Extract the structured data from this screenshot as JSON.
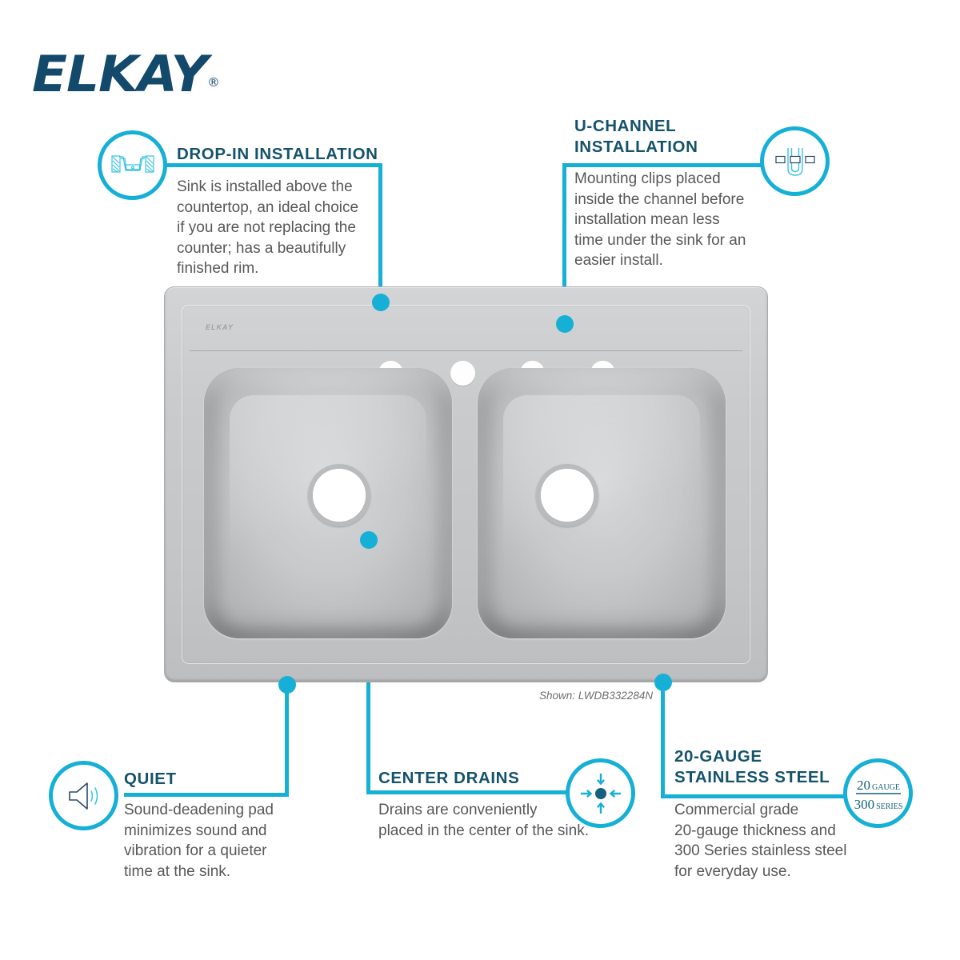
{
  "brand": {
    "logo_text": "ELKAY",
    "trademark": "®",
    "logo_color": "#13496B"
  },
  "theme": {
    "accent": "#16B0D6",
    "heading_color": "#15536B",
    "body_color": "#58585A",
    "background": "#FFFFFF"
  },
  "product": {
    "caption": "Shown: LWDB332284N",
    "stamp": "ELKAY",
    "faucet_holes": 4,
    "bowls": 2,
    "drains": 2
  },
  "features": [
    {
      "id": "drop-in-installation",
      "title": "DROP-IN INSTALLATION",
      "body": "Sink is installed above the\ncountertop, an ideal choice\nif you are not replacing the\ncounter; has a beautifully\nfinished rim.",
      "icon": "drop-in-sink-cross-section-icon"
    },
    {
      "id": "u-channel-installation",
      "title": "U-CHANNEL\nINSTALLATION",
      "body": "Mounting clips placed\ninside the channel before\ninstallation mean less\ntime under the sink for an\neasier install.",
      "icon": "u-channel-clip-icon"
    },
    {
      "id": "quiet",
      "title": "QUIET",
      "body": "Sound-deadening pad\nminimizes sound and\nvibration for a quieter\ntime at the sink.",
      "icon": "speaker-sound-icon"
    },
    {
      "id": "center-drains",
      "title": "CENTER DRAINS",
      "body": "Drains are conveniently\nplaced in the center of the sink.",
      "icon": "center-arrows-drain-icon"
    },
    {
      "id": "20-gauge-stainless-steel",
      "title": "20-GAUGE\nSTAINLESS STEEL",
      "body": "Commercial grade\n20-gauge thickness and\n300 Series stainless steel\nfor everyday use.",
      "icon": "gauge-series-badge-icon",
      "badge": {
        "numerator_number": "20",
        "numerator_word": "GAUGE",
        "denominator_number": "300",
        "denominator_word": "SERIES"
      }
    }
  ]
}
